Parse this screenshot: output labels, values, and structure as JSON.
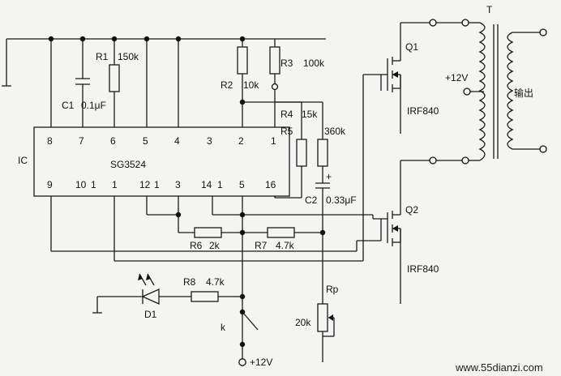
{
  "ic": {
    "ref": "IC",
    "part": "SG3524",
    "pins_top": [
      "8",
      "7",
      "6",
      "5",
      "4",
      "3",
      "2",
      "1"
    ],
    "pins_bottom": [
      "9",
      "10",
      "1",
      "1",
      "12",
      "1",
      "3",
      "14",
      "1",
      "5",
      "16"
    ]
  },
  "components": {
    "r1": {
      "ref": "R1",
      "value": "150k"
    },
    "c1": {
      "ref": "C1",
      "value": "0.1μF"
    },
    "r2": {
      "ref": "R2",
      "value": "10k"
    },
    "r3": {
      "ref": "R3",
      "value": "100k"
    },
    "r4": {
      "ref": "R4",
      "value": "15k"
    },
    "r5": {
      "ref": "R5",
      "value": "360k"
    },
    "c2": {
      "ref": "C2",
      "value": "0.33μF",
      "plus": "+"
    },
    "r6": {
      "ref": "R6",
      "value": "2k"
    },
    "r7": {
      "ref": "R7",
      "value": "4.7k"
    },
    "r8": {
      "ref": "R8",
      "value": "4.7k"
    },
    "rp": {
      "ref": "Rp",
      "value": "20k"
    },
    "d1": {
      "ref": "D1"
    },
    "k": {
      "ref": "k"
    },
    "q1": {
      "ref": "Q1",
      "part": "IRF840"
    },
    "q2": {
      "ref": "Q2",
      "part": "IRF840"
    },
    "t": {
      "ref": "T",
      "supply": "+12V",
      "output": "输出"
    }
  },
  "supply_label": "+12V",
  "watermark": "www.55dianzi.com"
}
